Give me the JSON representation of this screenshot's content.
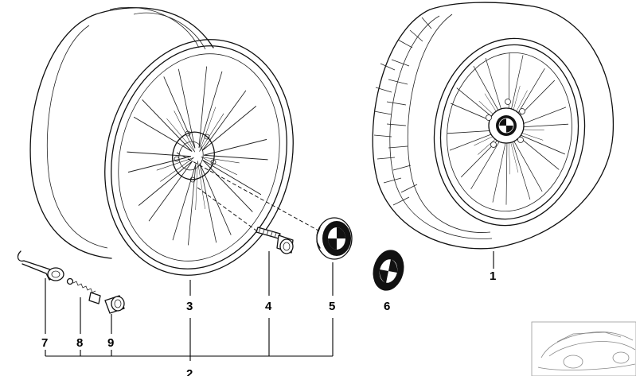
{
  "diagram": {
    "callouts": {
      "c1": "1",
      "c2": "2",
      "c3": "3",
      "c4": "4",
      "c5": "5",
      "c6": "6",
      "c7": "7",
      "c8": "8",
      "c9": "9"
    },
    "colors": {
      "ink": "#111111",
      "paper": "#ffffff",
      "emblem_blue": "#ffffff",
      "emblem_black": "#111111"
    }
  }
}
